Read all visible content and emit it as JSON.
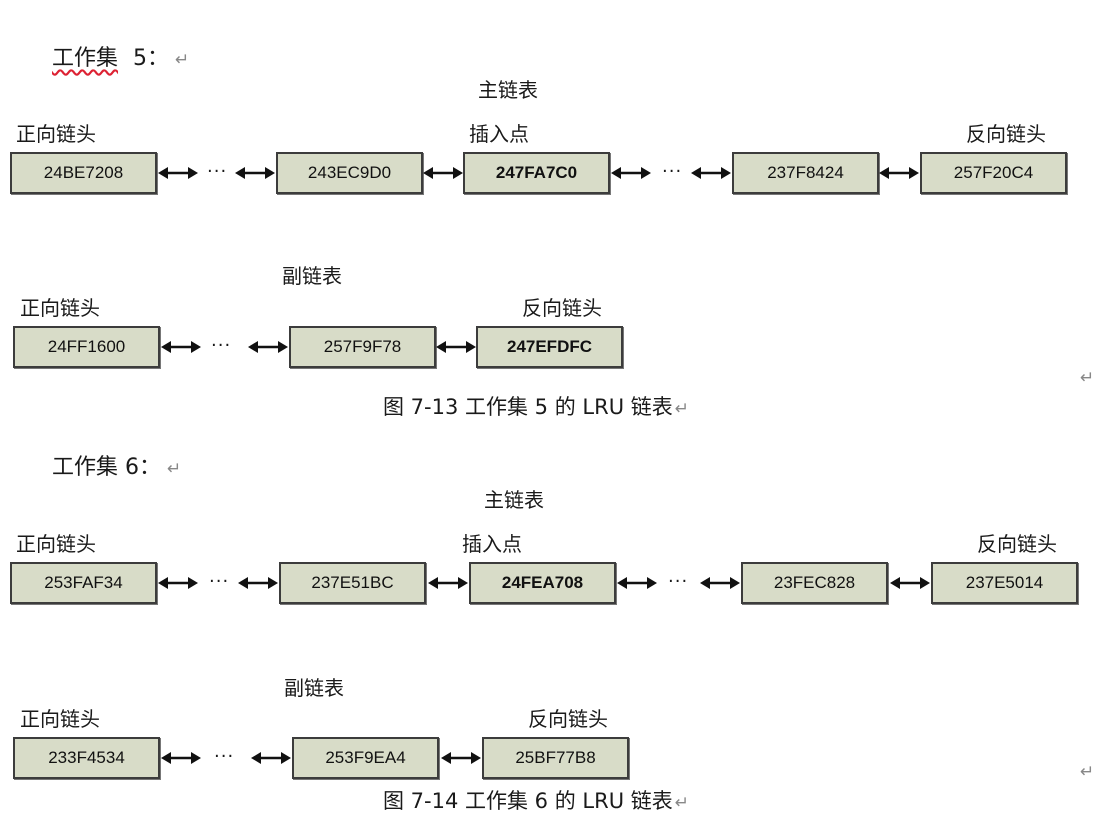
{
  "ret_mark": "↵",
  "ws5": {
    "heading": "工作集",
    "heading_num": "5：",
    "main": {
      "title": "主链表",
      "left_label": "正向链头",
      "mid_label": "插入点",
      "right_label": "反向链头",
      "nodes": [
        "24BE7208",
        "243EC9D0",
        "247FA7C0",
        "237F8424",
        "257F20C4"
      ]
    },
    "sub": {
      "title": "副链表",
      "left_label": "正向链头",
      "right_label": "反向链头",
      "nodes": [
        "24FF1600",
        "257F9F78",
        "247EFDFC"
      ]
    },
    "caption": "图  7-13 工作集  5 的  LRU 链表"
  },
  "ws6": {
    "heading": "工作集  6：",
    "main": {
      "title": "主链表",
      "left_label": "正向链头",
      "mid_label": "插入点",
      "right_label": "反向链头",
      "nodes": [
        "253FAF34",
        "237E51BC",
        "24FEA708",
        "23FEC828",
        "237E5014"
      ]
    },
    "sub": {
      "title": "副链表",
      "left_label": "正向链头",
      "right_label": "反向链头",
      "nodes": [
        "233F4534",
        "253F9EA4",
        "25BF77B8"
      ]
    },
    "caption": "图  7-14 工作集  6 的  LRU 链表"
  },
  "ellipsis": "···"
}
